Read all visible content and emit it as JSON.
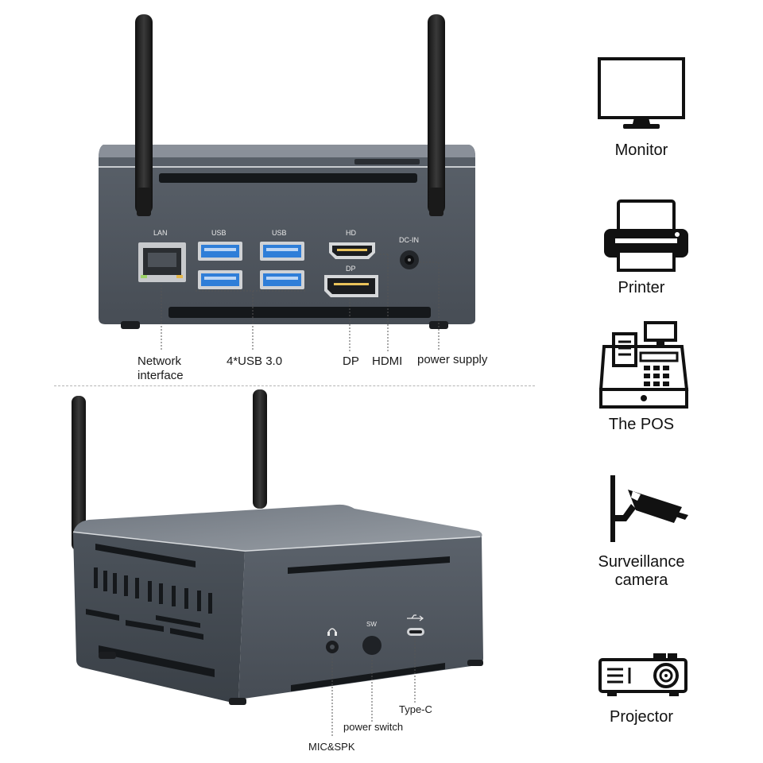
{
  "back_panel": {
    "port_tags": {
      "lan": "LAN",
      "usb_left": "USB",
      "usb_right": "USB",
      "hd": "HD",
      "dp": "DP",
      "dc_in": "DC-IN"
    },
    "callouts": {
      "network": "Network\ninterface",
      "usb": "4*USB 3.0",
      "dp": "DP",
      "hdmi": "HDMI",
      "power": "power supply"
    }
  },
  "front_panel": {
    "port_tags": {
      "sw": "SW"
    },
    "callouts": {
      "type_c": "Type-C",
      "power_switch": "power switch",
      "mic_spk": "MIC&SPK"
    }
  },
  "applications": [
    {
      "label": "Monitor",
      "icon": "monitor-icon"
    },
    {
      "label": "Printer",
      "icon": "printer-icon"
    },
    {
      "label": "The POS",
      "icon": "pos-icon"
    },
    {
      "label": "Surveillance\ncamera",
      "icon": "surveillance-camera-icon"
    },
    {
      "label": "Projector",
      "icon": "projector-icon"
    }
  ],
  "colors": {
    "case": "#4e555e",
    "case_dark": "#2f343a",
    "usb_blue": "#2f7ed8",
    "icon": "#111111"
  }
}
